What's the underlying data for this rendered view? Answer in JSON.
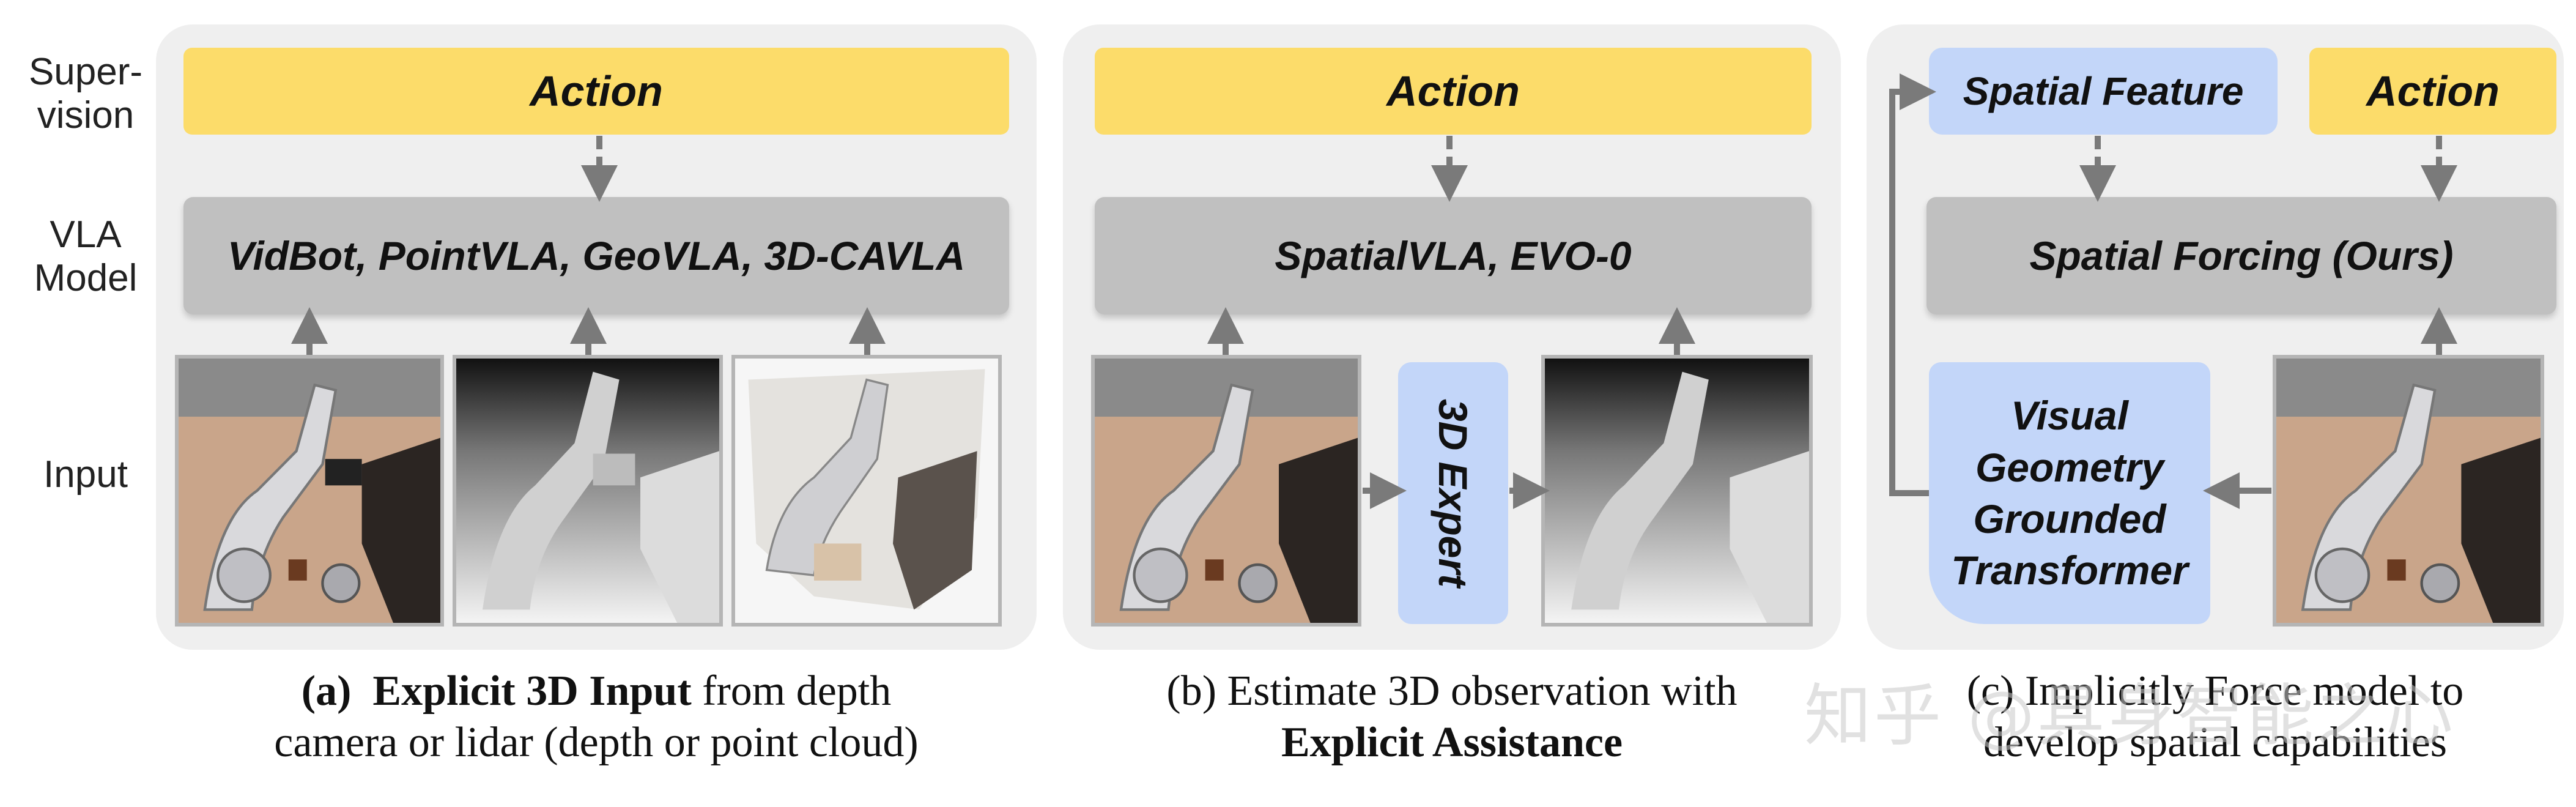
{
  "row_labels": {
    "supervision": "Super-\nvision",
    "model": "VLA\nModel",
    "input": "Input"
  },
  "panel_a": {
    "action": "Action",
    "model": "VidBot, PointVLA, GeoVLA, 3D-CAVLA",
    "caption_prefix": "(a)",
    "caption_bold": "Explicit 3D Input",
    "caption_rest1": " from depth",
    "caption_line2": "camera or lidar (depth or point cloud)"
  },
  "panel_b": {
    "action": "Action",
    "model": "SpatialVLA, EVO-0",
    "expert": "3D Expert",
    "caption_line1": "(b) Estimate 3D observation with",
    "caption_bold": "Explicit Assistance"
  },
  "panel_c": {
    "spatial_feature": "Spatial Feature",
    "action": "Action",
    "model": "Spatial Forcing (Ours)",
    "vggt_line1": "Visual",
    "vggt_line2": "Geometry",
    "vggt_line3": "Grounded",
    "vggt_line4": "Transformer",
    "caption_line1": "(c) Implicitly Force model to",
    "caption_line2": "develop spatial capabilities"
  },
  "watermark": "知乎 @具身智能之心",
  "colors": {
    "action": "#fcdc6a",
    "model": "#c0c0c0",
    "blue": "#c3d6f9",
    "panel": "#efefef",
    "arrow": "#7a7a7a"
  }
}
